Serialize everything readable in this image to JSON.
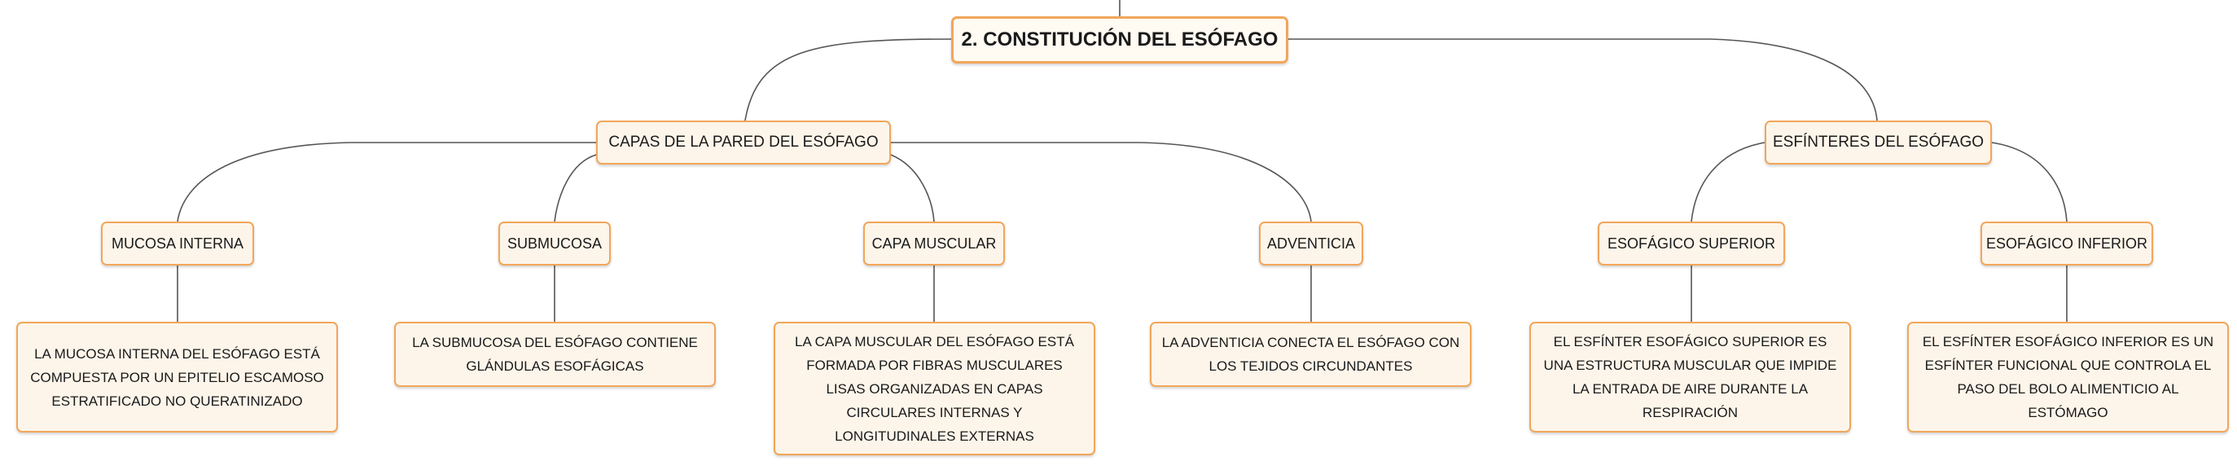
{
  "root": {
    "label": "2. CONSTITUCIÓN DEL ESÓFAGO"
  },
  "capas": {
    "label": "CAPAS DE LA PARED DEL ESÓFAGO",
    "mucosa": {
      "label": "MUCOSA INTERNA",
      "desc": "LA MUCOSA INTERNA DEL ESÓFAGO ESTÁ COMPUESTA POR UN EPITELIO ESCAMOSO ESTRATIFICADO NO QUERATINIZADO"
    },
    "submucosa": {
      "label": "SUBMUCOSA",
      "desc": "LA SUBMUCOSA DEL ESÓFAGO CONTIENE GLÁNDULAS ESOFÁGICAS"
    },
    "muscular": {
      "label": "CAPA MUSCULAR",
      "desc": "LA CAPA MUSCULAR DEL ESÓFAGO ESTÁ FORMADA POR FIBRAS MUSCULARES LISAS ORGANIZADAS EN CAPAS CIRCULARES INTERNAS Y LONGITUDINALES EXTERNAS"
    },
    "adventicia": {
      "label": "ADVENTICIA",
      "desc": "LA ADVENTICIA CONECTA EL ESÓFAGO CON LOS TEJIDOS CIRCUNDANTES"
    }
  },
  "esfinteres": {
    "label": "ESFÍNTERES DEL ESÓFAGO",
    "superior": {
      "label": "ESOFÁGICO SUPERIOR",
      "desc": "EL ESFÍNTER ESOFÁGICO SUPERIOR ES UNA ESTRUCTURA MUSCULAR QUE IMPIDE LA ENTRADA DE AIRE DURANTE LA RESPIRACIÓN"
    },
    "inferior": {
      "label": "ESOFÁGICO INFERIOR",
      "desc": "EL ESFÍNTER ESOFÁGICO INFERIOR ES UN ESFÍNTER FUNCIONAL QUE CONTROLA EL PASO DEL BOLO ALIMENTICIO AL ESTÓMAGO"
    }
  },
  "colors": {
    "border": "#f2a65a",
    "fill": "#fdf5ea",
    "connector": "#555555"
  }
}
